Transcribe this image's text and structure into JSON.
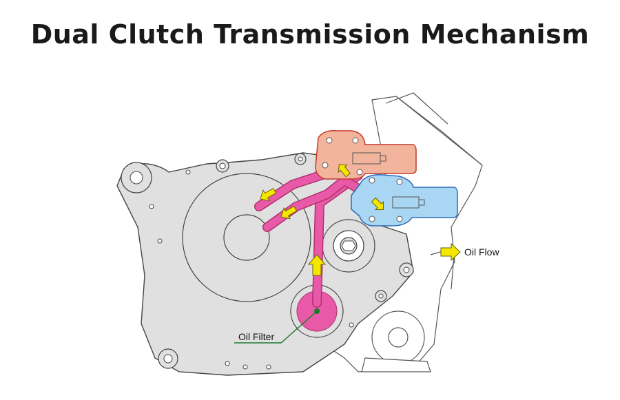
{
  "title": "Dual Clutch Transmission Mechanism",
  "labels": {
    "oil_flow": "Oil Flow",
    "oil_filter": "Oil Filter"
  },
  "colors": {
    "oil_path": "#e85aa8",
    "arrow": "#f5e600",
    "valve_red": "#f2b49c",
    "valve_blue": "#a9d6f2",
    "leader_line": "#1a7a2a",
    "engine_body": "#e0e0e0"
  }
}
